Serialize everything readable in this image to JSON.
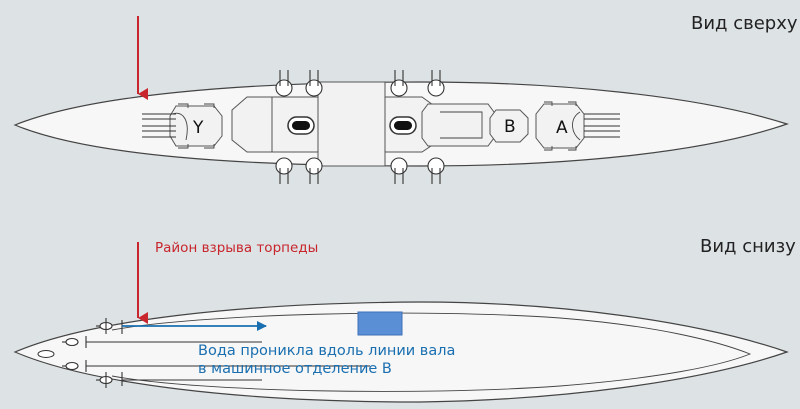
{
  "top_view": {
    "title": "Вид сверху",
    "turrets": [
      "Y",
      "B",
      "A"
    ]
  },
  "bottom_view": {
    "title": "Вид снизу",
    "torpedo_label": "Район взрыва торпеды",
    "water_label_line1": "Вода проникла вдоль линии вала",
    "water_label_line2": "в машинное отделение B"
  },
  "colors": {
    "arrow": "#c8262c",
    "flow": "#1a6fb0",
    "compartment": "#5a8fd6",
    "background": "#dde2e4"
  }
}
